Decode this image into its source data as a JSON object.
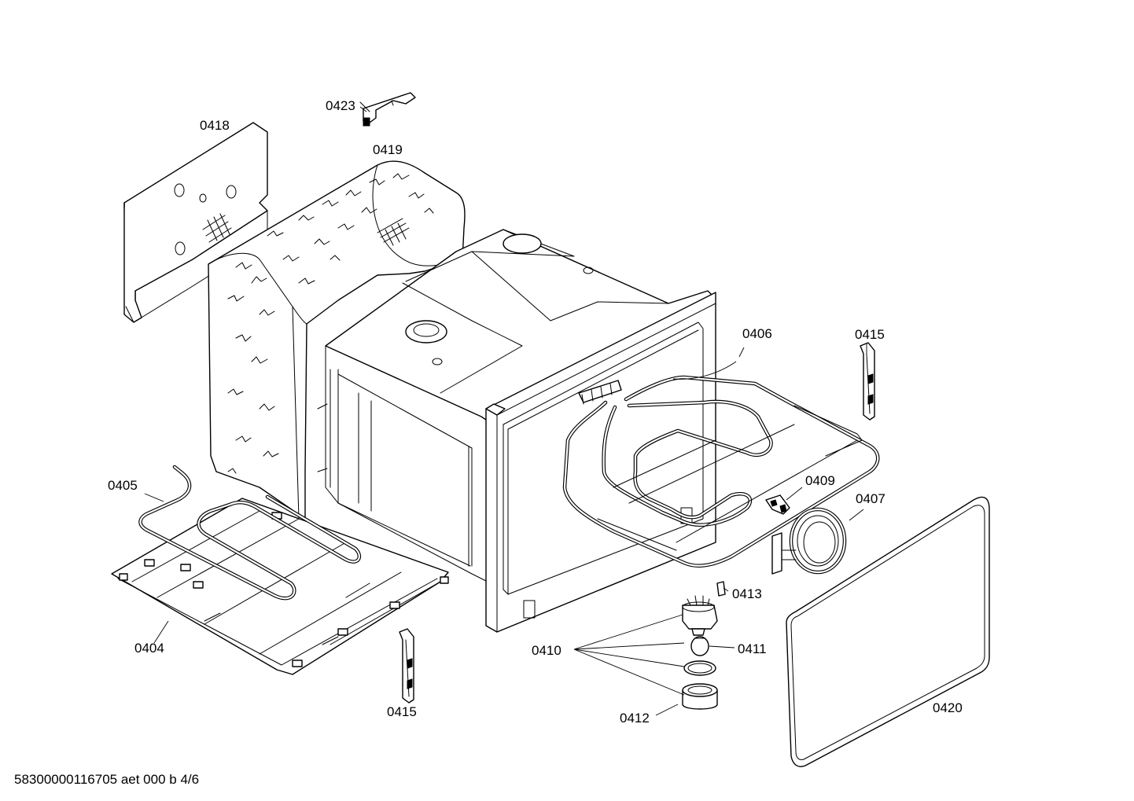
{
  "labels": {
    "p0423": "0423",
    "p0418": "0418",
    "p0419": "0419",
    "p0406": "0406",
    "p0415a": "0415",
    "p0405": "0405",
    "p0409": "0409",
    "p0407": "0407",
    "p0413": "0413",
    "p0410": "0410",
    "p0411": "0411",
    "p0404": "0404",
    "p0415b": "0415",
    "p0412": "0412",
    "p0420": "0420"
  },
  "footer": {
    "doc_id": "58300000116705 aet 000 b 4/6"
  }
}
